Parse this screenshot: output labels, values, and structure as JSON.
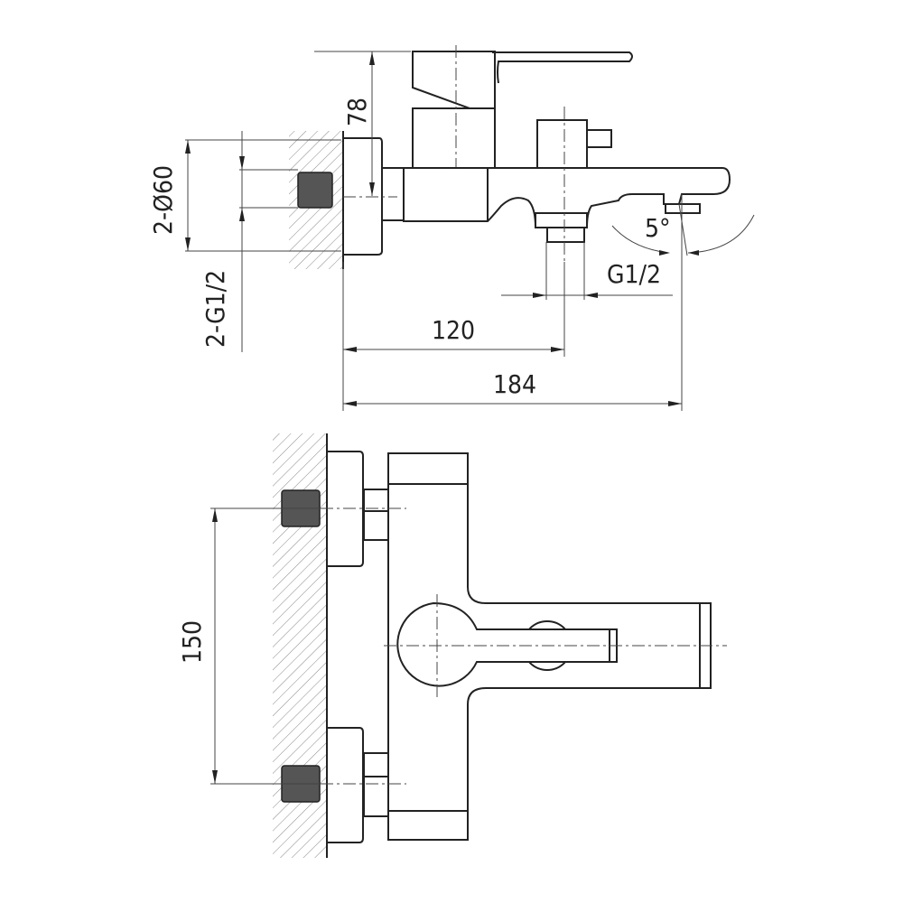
{
  "title": "Bath mixer dimension drawing",
  "dimensions": {
    "height_78": "78",
    "connection_diameter": "2-Ø60",
    "connection_thread": "2-G1/2",
    "outlet_distance": "120",
    "total_projection": "184",
    "outlet_thread": "G1/2",
    "spout_angle": "5°",
    "inlet_spacing": "150"
  },
  "colors": {
    "line": "#222222",
    "thin": "#444444"
  }
}
